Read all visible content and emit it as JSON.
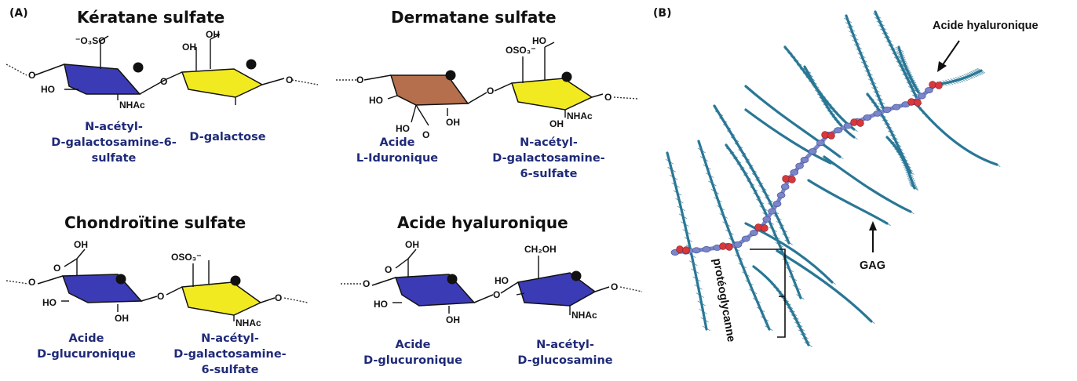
{
  "panel_a": {
    "label": "(A)",
    "molecules": [
      {
        "title": "Kératane sulfate",
        "captions": [
          "N-acétyl-\nD-galactosamine-6-\nsulfate",
          "D-galactose"
        ],
        "atoms": [
          "⁻O₃SO",
          "OH",
          "HO",
          "NHAc",
          "OH",
          "O",
          "O",
          "O"
        ],
        "ring_colors": [
          "#3b3bb5",
          "#f2ea20"
        ]
      },
      {
        "title": "Dermatane sulfate",
        "captions": [
          "Acide\nL-Iduronique",
          "N-acétyl-\nD-galactosamine-\n6-sulfate"
        ],
        "atoms": [
          "OSO₃⁻",
          "HO",
          "HO",
          "OH",
          "HO",
          "O",
          "OH",
          "NHAc",
          "O",
          "O",
          "O"
        ],
        "ring_colors": [
          "#b56f4c",
          "#f2ea20"
        ]
      },
      {
        "title": "Chondroïtine sulfate",
        "captions": [
          "Acide\nD-glucuronique",
          "N-acétyl-\nD-galactosamine-\n6-sulfate"
        ],
        "atoms": [
          "OH",
          "O",
          "OSO₃⁻",
          "HO",
          "OH",
          "NHAc",
          "O",
          "O",
          "O"
        ],
        "ring_colors": [
          "#3b3bb5",
          "#f2ea20"
        ]
      },
      {
        "title": "Acide hyaluronique",
        "captions": [
          "Acide\nD-glucuronique",
          "N-acétyl-\nD-glucosamine"
        ],
        "atoms": [
          "OH",
          "O",
          "CH₂OH",
          "HO",
          "HO",
          "OH",
          "NHAc",
          "O",
          "O",
          "O"
        ],
        "ring_colors": [
          "#3b3bb5",
          "#3b3bb5"
        ]
      }
    ]
  },
  "panel_b": {
    "label": "(B)",
    "label_ha": "Acide hyaluronique",
    "label_gag": "GAG",
    "label_proteo": "protéoglycanne",
    "colors": {
      "gag": "#2a7796",
      "core": "#7a86c8",
      "link": "#d8383c"
    }
  }
}
